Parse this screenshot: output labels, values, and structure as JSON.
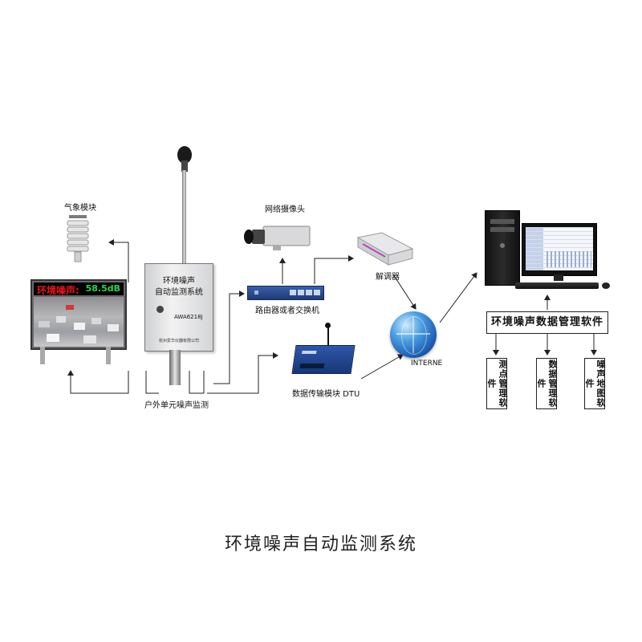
{
  "caption": "环境噪声自动监测系统",
  "labels": {
    "weather_module": "气象模块",
    "network_camera": "网络摄像头",
    "modem": "解调器",
    "router": "路由器或者交换机",
    "dtu": "数据传输模块 DTU",
    "internet": "INTERNE",
    "outdoor_unit": "户外单元噪声监测"
  },
  "display_board": {
    "title": "环境噪声:",
    "value": "58.5dB"
  },
  "cabinet": {
    "title_line1": "环境噪声",
    "title_line2": "自动监测系统",
    "model": "AWA6218J",
    "maker": "杭州爱华仪器有限公司"
  },
  "software": {
    "main": "环境噪声数据管理软件",
    "modules": [
      "测点管理软件",
      "数据管理软件",
      "噪声地图软件"
    ]
  },
  "colors": {
    "board_red": "#e8141c",
    "board_green": "#2fd44a",
    "router_blue": "#2b4a8a",
    "dtu_blue": "#1f3f86",
    "globe_blue": "#1e5fb5"
  }
}
